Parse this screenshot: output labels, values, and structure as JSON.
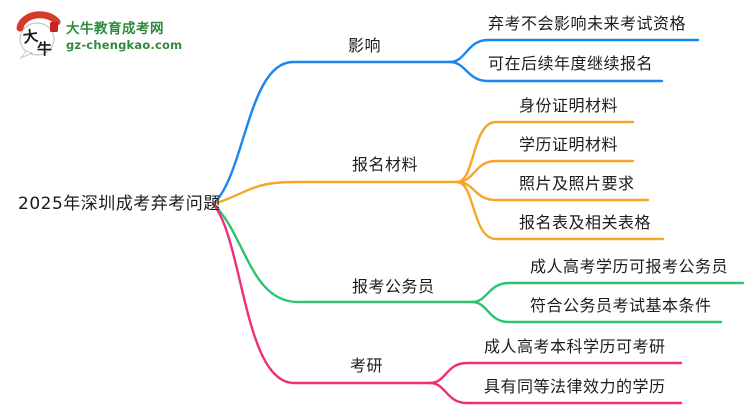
{
  "logo": {
    "site_name": "大牛教育成考网",
    "site_domain": "gz-chengkao.com",
    "icon_char_top": "大",
    "icon_char_bottom": "牛",
    "brand_green": "#2f8a3d",
    "logo_red": "#d43b2a"
  },
  "root": {
    "label": "2025年深圳成考弃考问题"
  },
  "branches": [
    {
      "label": "影响",
      "color": "#1a86f0",
      "children": [
        "弃考不会影响未来考试资格",
        "可在后续年度继续报名"
      ]
    },
    {
      "label": "报名材料",
      "color": "#f7a52b",
      "children": [
        "身份证明材料",
        "学历证明材料",
        "照片及照片要求",
        "报名表及相关表格"
      ]
    },
    {
      "label": "报考公务员",
      "color": "#2ec46f",
      "children": [
        "成人高考学历可报考公务员",
        "符合公务员考试基本条件"
      ]
    },
    {
      "label": "考研",
      "color": "#ee2e7b",
      "children": [
        "成人高考本科学历可考研",
        "具有同等法律效力的学历"
      ]
    }
  ]
}
